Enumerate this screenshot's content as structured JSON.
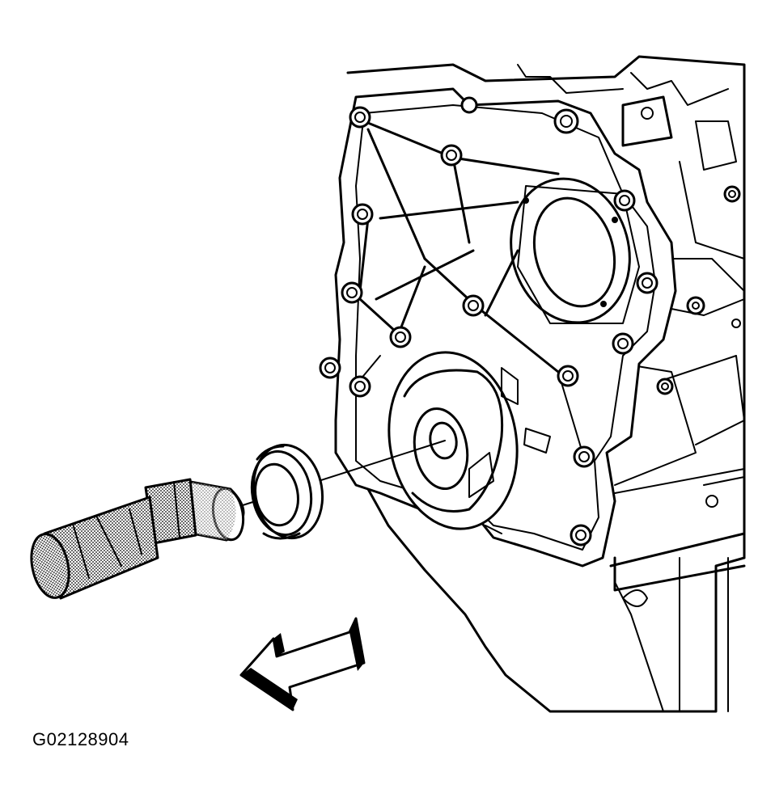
{
  "figure": {
    "id_label": "G02128904"
  },
  "colors": {
    "line": "#000000",
    "background": "#ffffff",
    "stipple": "#9a9a9a"
  },
  "parts": [
    {
      "name": "engine-front-cover",
      "icon": "engine-block"
    },
    {
      "name": "crankshaft-front-oil-seal",
      "icon": "ring-seal"
    },
    {
      "name": "seal-installer-tool",
      "icon": "cylindrical-tool"
    },
    {
      "name": "direction-arrow",
      "icon": "arrow-left-icon"
    }
  ]
}
